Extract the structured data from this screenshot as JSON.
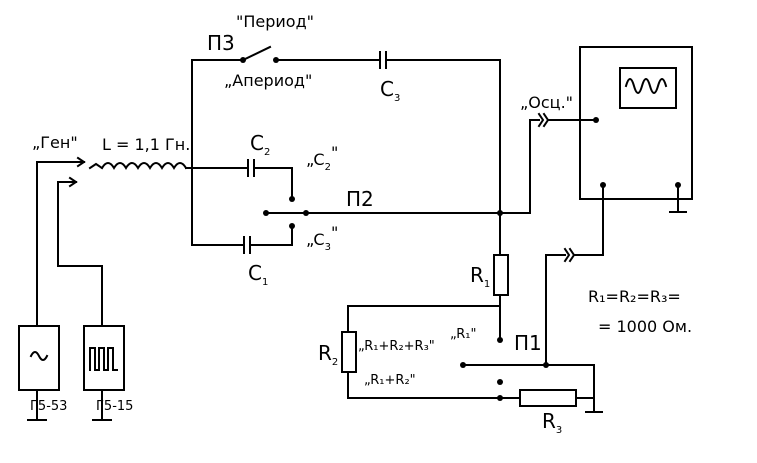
{
  "labels": {
    "gen": "„Ген\"",
    "inductor": "L = 1,1 Гн.",
    "p3": "П3",
    "period": "\"Период\"",
    "aperiod": "„Апериод\"",
    "c3_top": "C",
    "c3_top_sub": "3",
    "c2": "C",
    "c2_sub": "2",
    "c2_sw": "„C",
    "c2_sw_sub": "2",
    "c2_sw_end": "\"",
    "c3_sw": "„C",
    "c3_sw_sub": "3",
    "c3_sw_end": "\"",
    "c1": "C",
    "c1_sub": "1",
    "p2": "П2",
    "osc": "„Осц.\"",
    "r1": "R",
    "r1_sub": "1",
    "r2": "R",
    "r2_sub": "2",
    "r3": "R",
    "r3_sub": "3",
    "sw_r123": "„R₁+R₂+R₃\"",
    "sw_r1": "„R₁\"",
    "sw_r12": "„R₁+R₂\"",
    "p1": "П1",
    "eq1": "R₁=R₂=R₃=",
    "eq2": "= 1000 Ом.",
    "g553": "Г5-53",
    "g515": "Г5-15"
  },
  "icons": {
    "sine_generator": "sine-wave-icon",
    "pulse_generator": "pulse-train-icon",
    "oscilloscope_screen": "waveform-icon"
  }
}
